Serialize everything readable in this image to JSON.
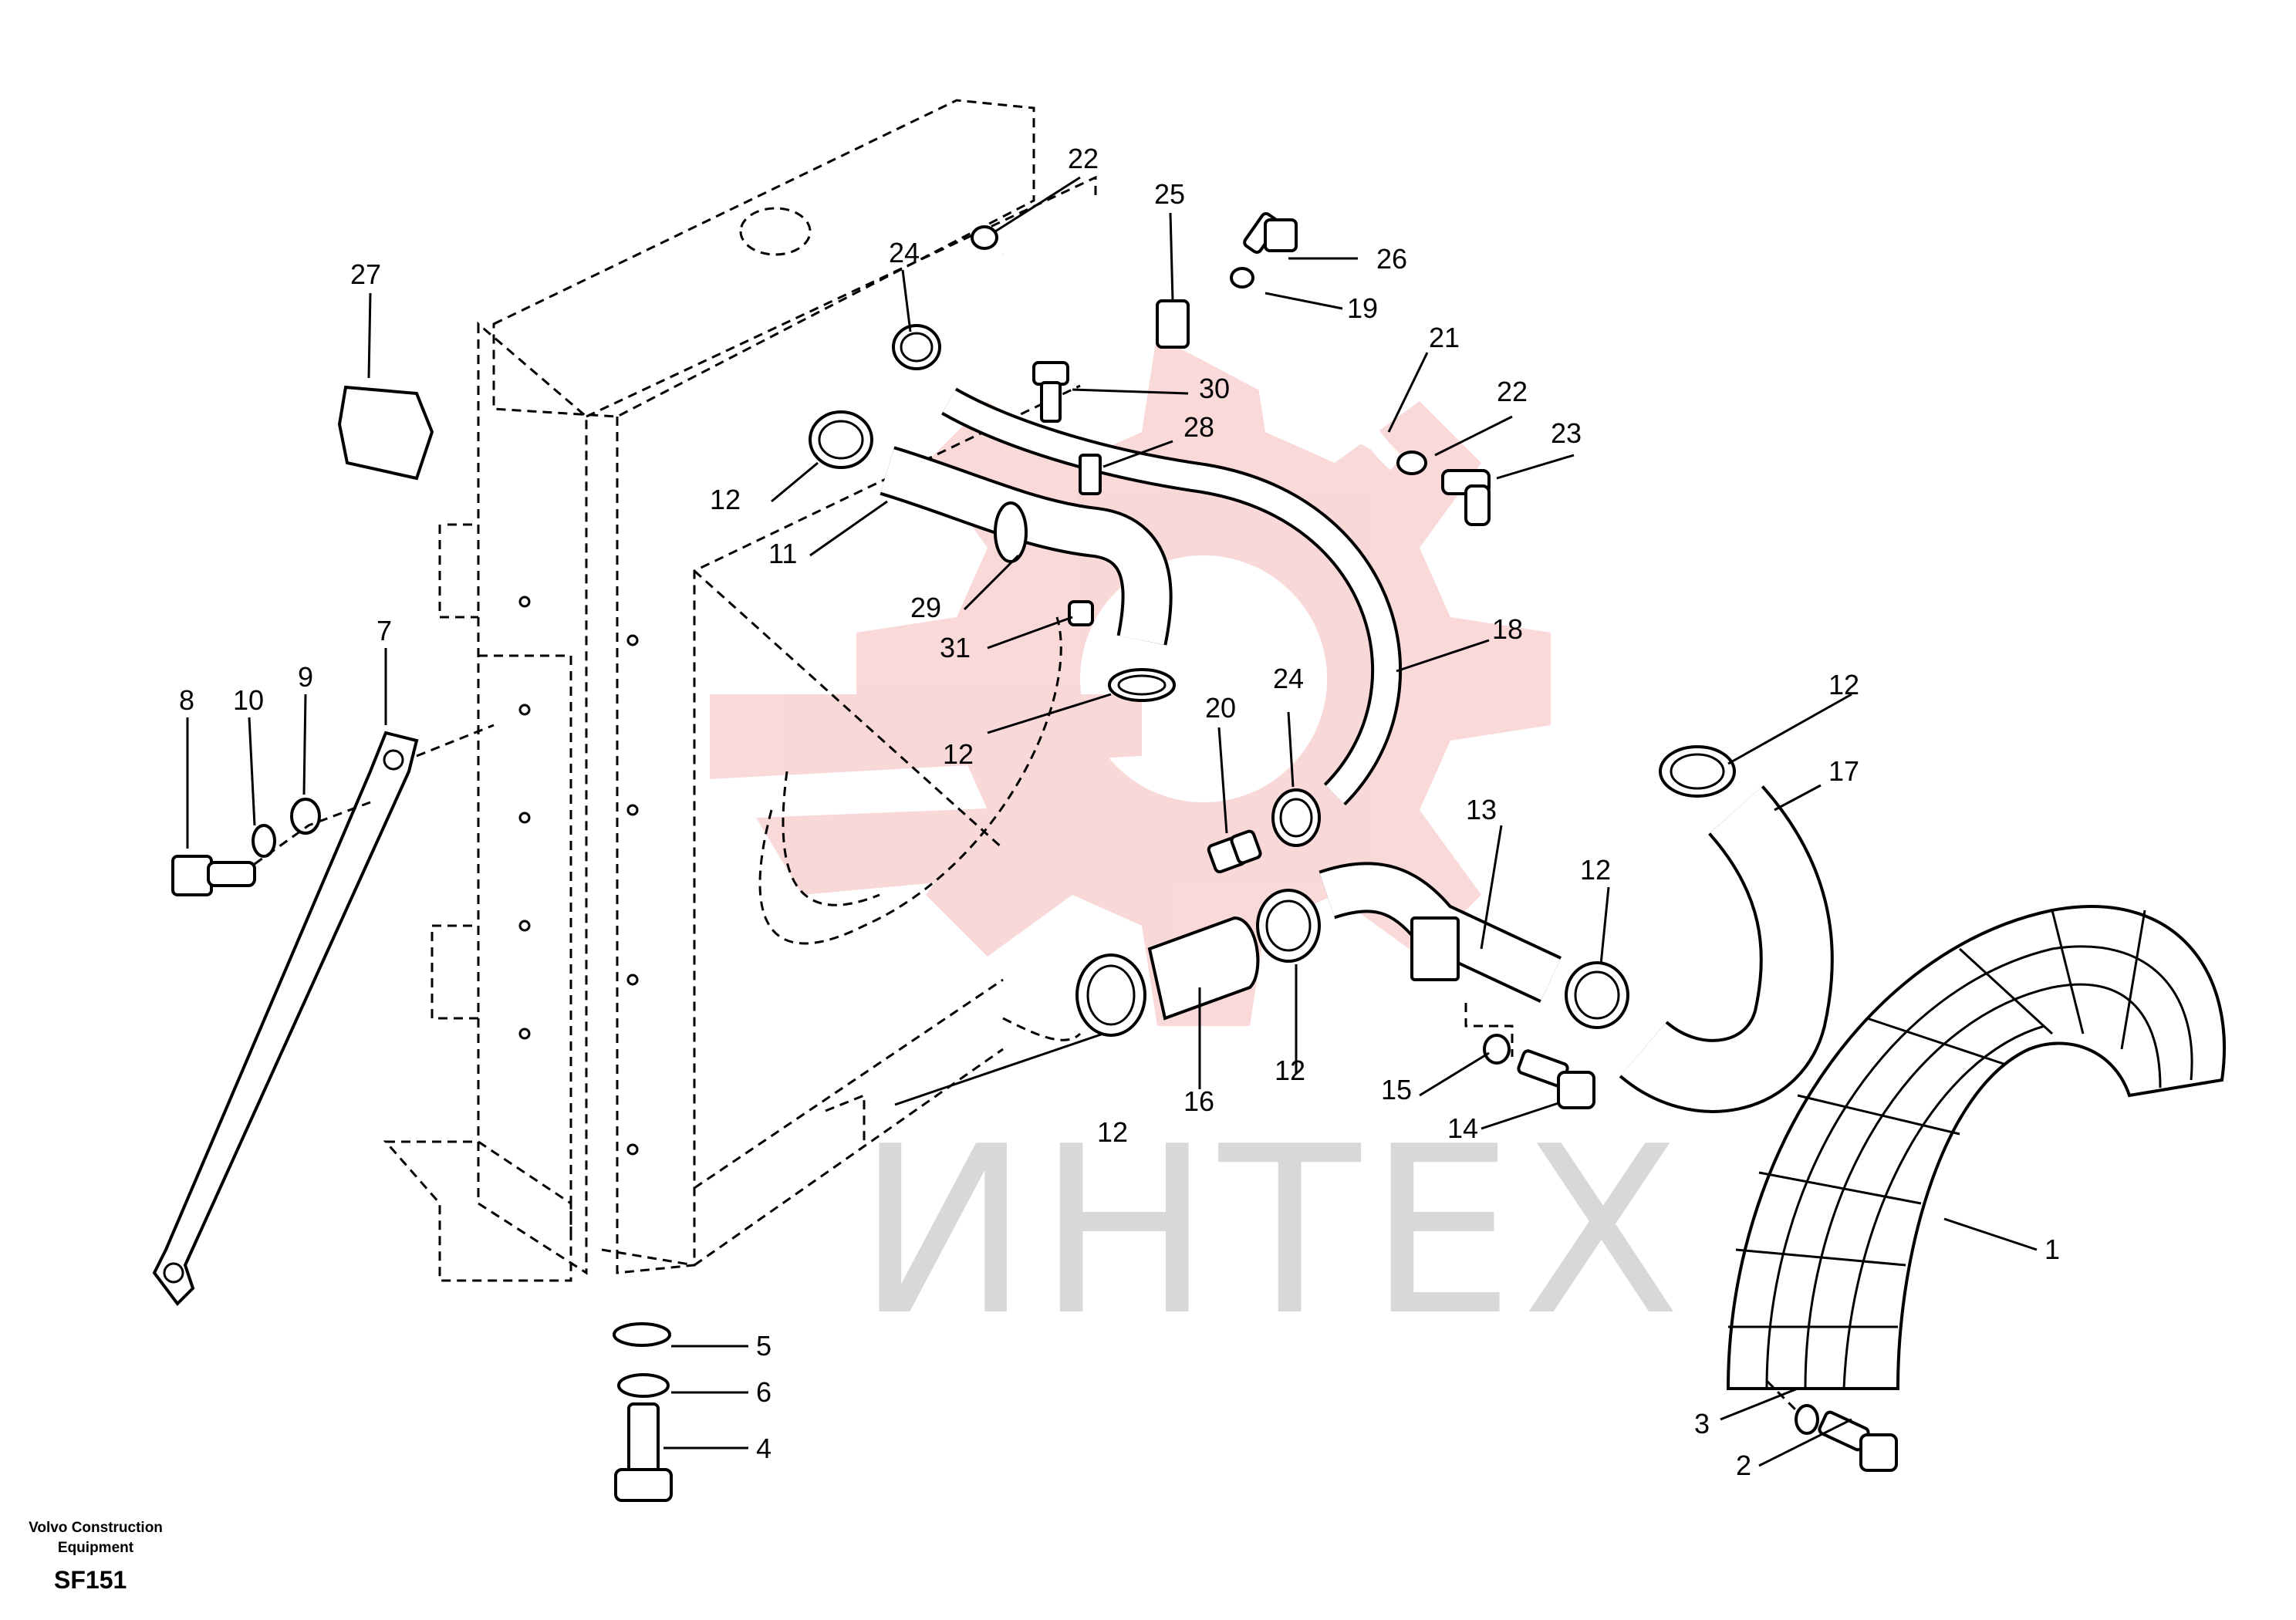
{
  "footer": {
    "company_line1": "Volvo Construction",
    "company_line2": "Equipment",
    "code": "SF151"
  },
  "watermark": {
    "text": "ИНТЕХ",
    "gear_color": "#f5b9b9",
    "text_color": "#d8d8d8"
  },
  "callouts": [
    {
      "label": "1",
      "part": "fan-guard"
    },
    {
      "label": "2",
      "part": "bolt"
    },
    {
      "label": "3",
      "part": "washer"
    },
    {
      "label": "4",
      "part": "bolt"
    },
    {
      "label": "5",
      "part": "washer"
    },
    {
      "label": "6",
      "part": "lock-washer"
    },
    {
      "label": "7",
      "part": "stay-bar"
    },
    {
      "label": "8",
      "part": "bolt"
    },
    {
      "label": "9",
      "part": "washer"
    },
    {
      "label": "10",
      "part": "lock-washer"
    },
    {
      "label": "11",
      "part": "hose"
    },
    {
      "label": "12",
      "part": "hose-clamp"
    },
    {
      "label": "12",
      "part": "hose-clamp"
    },
    {
      "label": "12",
      "part": "hose-clamp"
    },
    {
      "label": "12",
      "part": "hose-clamp"
    },
    {
      "label": "12",
      "part": "hose-clamp"
    },
    {
      "label": "12",
      "part": "hose-clamp"
    },
    {
      "label": "13",
      "part": "pipe"
    },
    {
      "label": "14",
      "part": "bolt"
    },
    {
      "label": "15",
      "part": "lock-washer"
    },
    {
      "label": "16",
      "part": "hose"
    },
    {
      "label": "17",
      "part": "hose"
    },
    {
      "label": "18",
      "part": "hose"
    },
    {
      "label": "19",
      "part": "washer"
    },
    {
      "label": "20",
      "part": "nipple"
    },
    {
      "label": "21",
      "part": "hose"
    },
    {
      "label": "22",
      "part": "clamp"
    },
    {
      "label": "22",
      "part": "clamp"
    },
    {
      "label": "23",
      "part": "elbow"
    },
    {
      "label": "24",
      "part": "hose-clamp"
    },
    {
      "label": "24",
      "part": "hose-clamp"
    },
    {
      "label": "25",
      "part": "clip"
    },
    {
      "label": "26",
      "part": "bolt"
    },
    {
      "label": "27",
      "part": "cushion"
    },
    {
      "label": "28",
      "part": "clip"
    },
    {
      "label": "29",
      "part": "clamp"
    },
    {
      "label": "30",
      "part": "bolt"
    },
    {
      "label": "31",
      "part": "nut"
    }
  ]
}
